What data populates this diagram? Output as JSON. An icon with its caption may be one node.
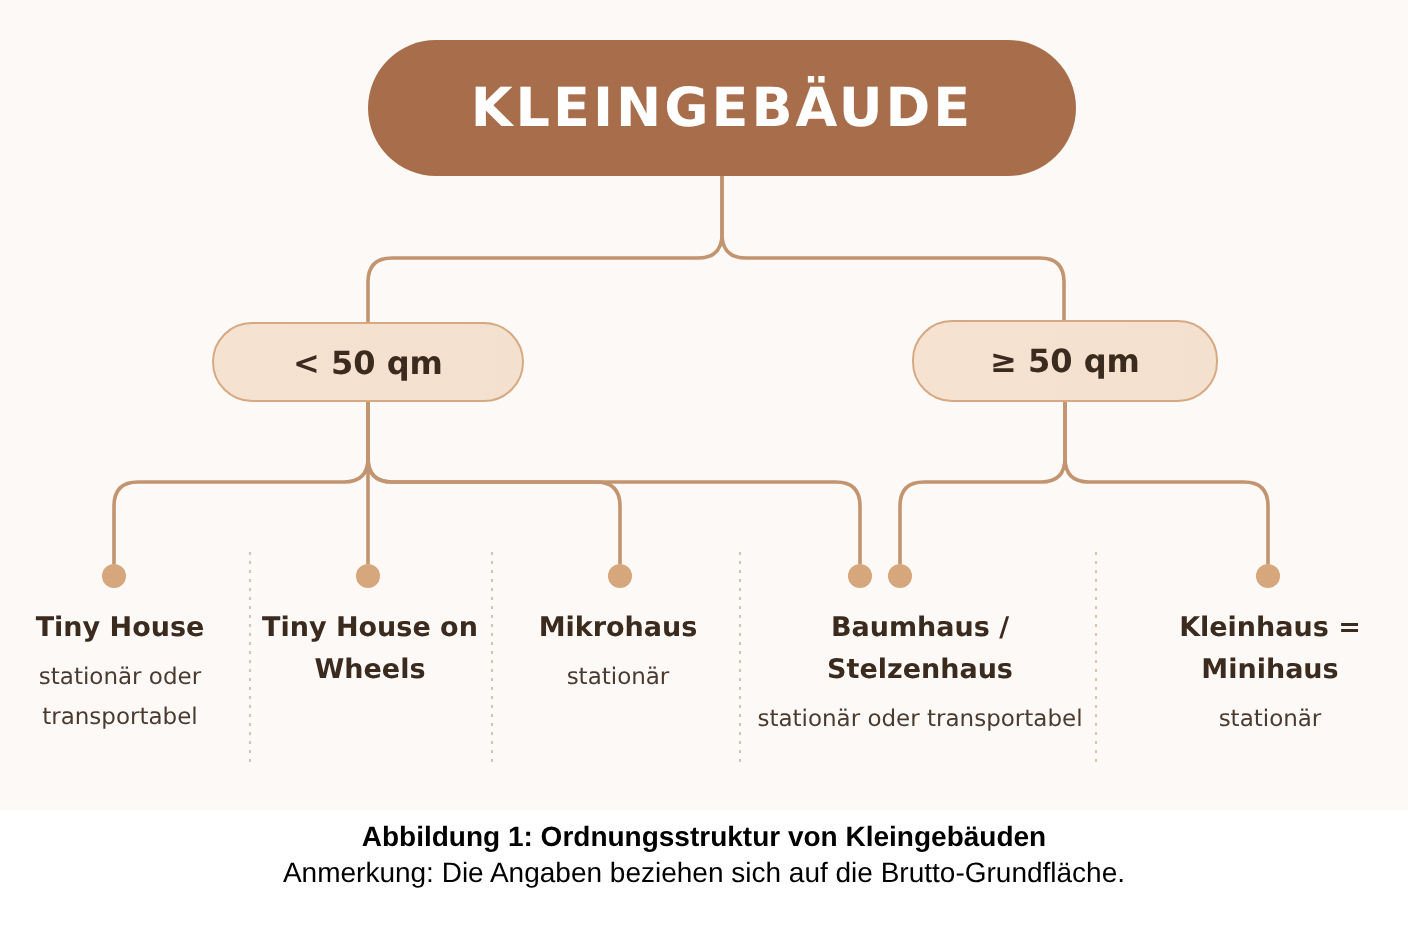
{
  "diagram": {
    "caption": "Abbildung 1: Ordnungsstruktur von Kleingebäuden",
    "nodes": [
      {
        "text": [
          "KLEINGEBÄUDE"
        ]
      },
      {
        "text": [
          "< 50 qm"
        ]
      },
      {
        "text": [
          "≥ 50 qm"
        ]
      },
      {
        "text": [
          "Tiny House",
          "stationär oder transportabel"
        ]
      },
      {
        "text": [
          "Tiny House on Wheels"
        ]
      },
      {
        "text": [
          "Mikrohaus",
          "stationär"
        ]
      },
      {
        "text": [
          "Baumhaus / Stelzenhaus",
          "stationär oder transportabel"
        ]
      },
      {
        "text": [
          "Kleinhaus = Minihaus",
          "stationär"
        ]
      }
    ],
    "edges": [
      {
        "from": 0,
        "to": 1,
        "arrow": "none"
      },
      {
        "from": 0,
        "to": 2,
        "arrow": "none"
      },
      {
        "from": 1,
        "to": 3,
        "arrow": "none"
      },
      {
        "from": 1,
        "to": 4,
        "arrow": "none"
      },
      {
        "from": 1,
        "to": 5,
        "arrow": "none"
      },
      {
        "from": 1,
        "to": 6,
        "arrow": "none"
      },
      {
        "from": 2,
        "to": 6,
        "arrow": "none"
      },
      {
        "from": 2,
        "to": 7,
        "arrow": "none"
      }
    ],
    "labels": [
      "Anmerkung: Die Angaben beziehen sich auf die Brutto-Grundfläche."
    ]
  }
}
